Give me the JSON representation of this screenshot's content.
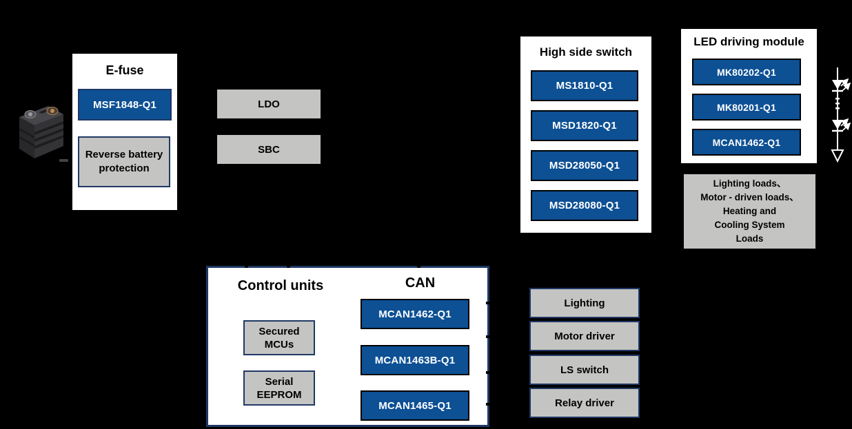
{
  "colors": {
    "background": "#000000",
    "part_chip_blue": "#0d5094",
    "panel_border_navy": "#1f3864",
    "gray_box": "#c4c4c2"
  },
  "icons": {
    "battery": "car-battery-photo",
    "led_string": "led-string-symbol"
  },
  "efuse": {
    "title": "E-fuse",
    "part": "MSF1848-Q1",
    "feature": "Reverse battery protection"
  },
  "power": {
    "ldo": "LDO",
    "sbc": "SBC"
  },
  "high_side_switch": {
    "title": "High side switch",
    "parts": [
      "MS1810-Q1",
      "MSD1820-Q1",
      "MSD28050-Q1",
      "MSD28080-Q1"
    ]
  },
  "led_module": {
    "title": "LED driving module",
    "parts": [
      "MK80202-Q1",
      "MK80201-Q1",
      "MCAN1462-Q1"
    ]
  },
  "loads_note": {
    "lines": [
      "Lighting loads、",
      "Motor - driven loads、",
      "Heating and",
      "Cooling System",
      "Loads"
    ]
  },
  "control_units": {
    "title": "Control units",
    "can_title": "CAN",
    "components": [
      "Secured MCUs",
      "Serial EEPROM"
    ],
    "can_parts": [
      "MCAN1462-Q1",
      "MCAN1463B-Q1",
      "MCAN1465-Q1"
    ]
  },
  "load_drivers": [
    "Lighting",
    "Motor driver",
    "LS switch",
    "Relay driver"
  ]
}
